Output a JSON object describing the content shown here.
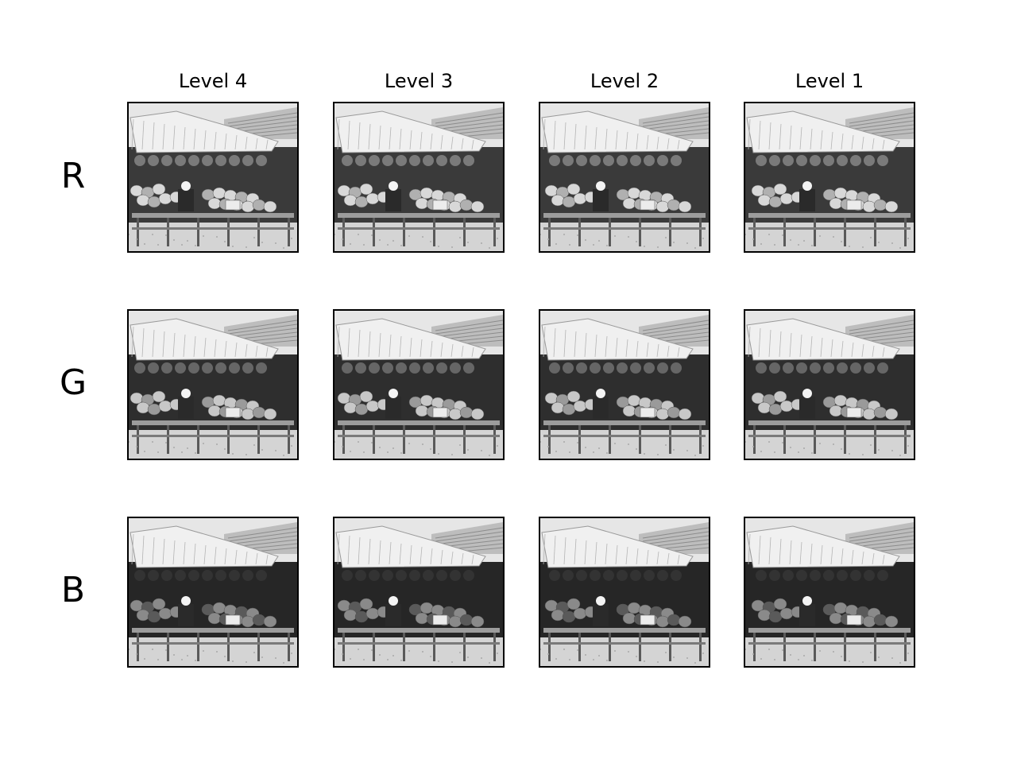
{
  "columns": [
    "Level 4",
    "Level 3",
    "Level 2",
    "Level 1"
  ],
  "rows": [
    {
      "label": "R",
      "channel": "red"
    },
    {
      "label": "G",
      "channel": "green"
    },
    {
      "label": "B",
      "channel": "blue"
    }
  ],
  "image_subject": "grayscale photograph of a melon stall under a straw awning with a seated vendor",
  "colors": {
    "frame": "#000000",
    "background": "#ffffff"
  }
}
